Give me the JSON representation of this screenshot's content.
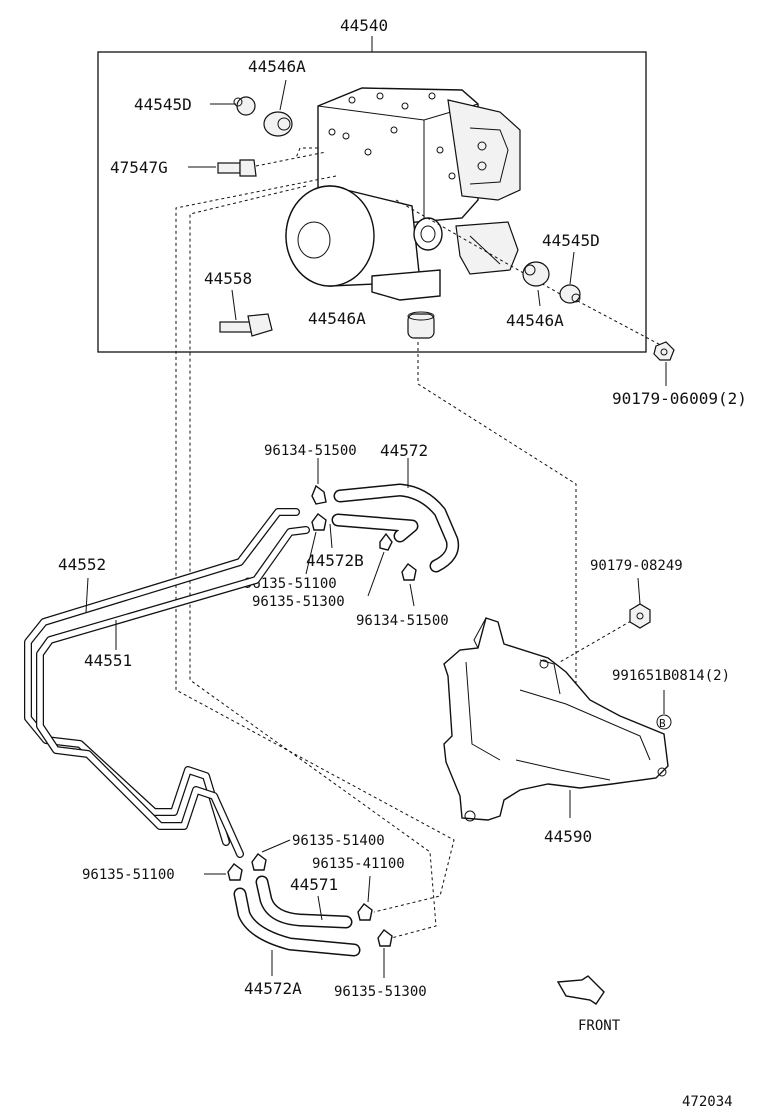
{
  "labels": {
    "assembly_44540": "44540",
    "label_44546A_top": "44546A",
    "label_44545D_left": "44545D",
    "label_47547G": "47547G",
    "label_44558": "44558",
    "label_44546A_mid": "44546A",
    "label_44545D_right": "44545D",
    "label_44546A_right": "44546A",
    "label_90179_06009": "90179-06009(2)",
    "label_96134_51500_top": "96134-51500",
    "label_44572": "44572",
    "label_44572B": "44572B",
    "label_96135_51100_mid": "96135-51100",
    "label_96135_51300_mid": "96135-51300",
    "label_96134_51500_mid": "96134-51500",
    "label_44552": "44552",
    "label_44551": "44551",
    "label_90179_08249": "90179-08249",
    "label_991651B0814": "991651B0814(2)",
    "callout_b": "B",
    "label_44590": "44590",
    "label_96135_51400": "96135-51400",
    "label_96135_41100": "96135-41100",
    "label_96135_51100_low": "96135-51100",
    "label_44571": "44571",
    "label_44572A": "44572A",
    "label_96135_51300_low": "96135-51300",
    "front": "FRONT",
    "figure_number": "472034"
  }
}
